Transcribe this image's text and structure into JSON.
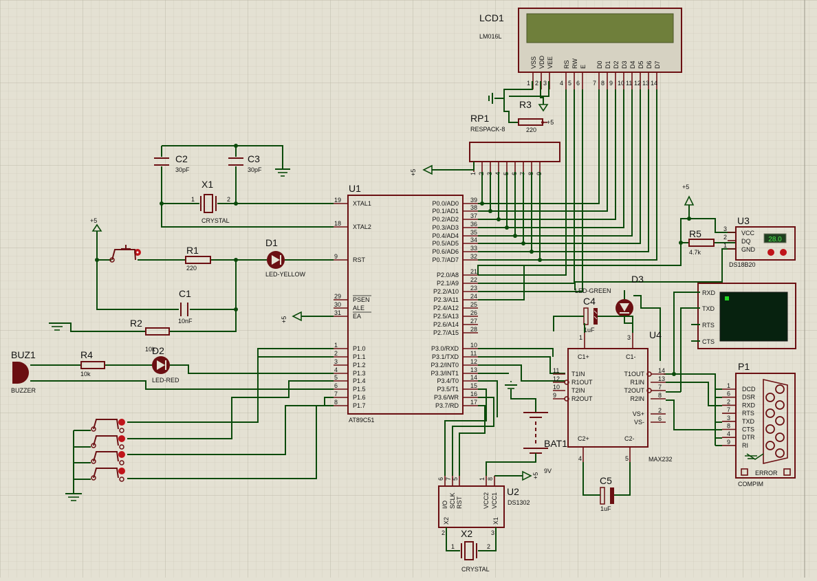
{
  "colors": {
    "background": "#e4e1d3",
    "wire": "#0a4a0a",
    "component": "#6b0f12",
    "lcd_screen": "#6f7f3b",
    "terminal_screen": "#07220f",
    "terminal_cursor": "#22d822",
    "sensor_display": "#2c9c2c"
  },
  "power_label": "+5",
  "bat_label": "9V",
  "components": {
    "lcd1": {
      "ref": "LCD1",
      "value": "LM016L",
      "pins": [
        "VSS",
        "VDD",
        "VEE",
        "RS",
        "RW",
        "E",
        "D0",
        "D1",
        "D2",
        "D3",
        "D4",
        "D5",
        "D6",
        "D7"
      ],
      "pin_numbers": [
        "1",
        "2",
        "3",
        "4",
        "5",
        "6",
        "7",
        "8",
        "9",
        "10",
        "11",
        "12",
        "13",
        "14"
      ]
    },
    "rp1": {
      "ref": "RP1",
      "value": "RESPACK-8",
      "pin_numbers": [
        "1",
        "2",
        "3",
        "4",
        "5",
        "6",
        "7",
        "8",
        "9"
      ]
    },
    "r3": {
      "ref": "R3",
      "value": "220"
    },
    "r1": {
      "ref": "R1",
      "value": "220"
    },
    "r2": {
      "ref": "R2",
      "value": "10k"
    },
    "r4": {
      "ref": "R4",
      "value": "10k"
    },
    "r5": {
      "ref": "R5",
      "value": "4.7k"
    },
    "c1": {
      "ref": "C1",
      "value": "10nF"
    },
    "c2": {
      "ref": "C2",
      "value": "30pF"
    },
    "c3": {
      "ref": "C3",
      "value": "30pF"
    },
    "c4": {
      "ref": "C4",
      "value": "1uF"
    },
    "c5": {
      "ref": "C5",
      "value": "1uF"
    },
    "x1": {
      "ref": "X1",
      "value": "CRYSTAL"
    },
    "x2": {
      "ref": "X2",
      "value": "CRYSTAL"
    },
    "d1": {
      "ref": "D1",
      "value": "LED-YELLOW"
    },
    "d2": {
      "ref": "D2",
      "value": "LED-RED"
    },
    "d3": {
      "ref": "D3",
      "value": "LED-GREEN"
    },
    "buz1": {
      "ref": "BUZ1",
      "value": "BUZZER"
    },
    "bat1": {
      "ref": "BAT1"
    },
    "u1": {
      "ref": "U1",
      "value": "AT89C51",
      "left_pins": [
        {
          "num": "19",
          "name": "XTAL1"
        },
        {
          "num": "18",
          "name": "XTAL2"
        },
        {
          "num": "9",
          "name": "RST"
        },
        {
          "num": "29",
          "name": "PSEN"
        },
        {
          "num": "30",
          "name": "ALE"
        },
        {
          "num": "31",
          "name": "EA"
        },
        {
          "num": "1",
          "name": "P1.0"
        },
        {
          "num": "2",
          "name": "P1.1"
        },
        {
          "num": "3",
          "name": "P1.2"
        },
        {
          "num": "4",
          "name": "P1.3"
        },
        {
          "num": "5",
          "name": "P1.4"
        },
        {
          "num": "6",
          "name": "P1.5"
        },
        {
          "num": "7",
          "name": "P1.6"
        },
        {
          "num": "8",
          "name": "P1.7"
        }
      ],
      "right_pins": [
        {
          "num": "39",
          "name": "P0.0/AD0"
        },
        {
          "num": "38",
          "name": "P0.1/AD1"
        },
        {
          "num": "37",
          "name": "P0.2/AD2"
        },
        {
          "num": "36",
          "name": "P0.3/AD3"
        },
        {
          "num": "35",
          "name": "P0.4/AD4"
        },
        {
          "num": "34",
          "name": "P0.5/AD5"
        },
        {
          "num": "33",
          "name": "P0.6/AD6"
        },
        {
          "num": "32",
          "name": "P0.7/AD7"
        },
        {
          "num": "21",
          "name": "P2.0/A8"
        },
        {
          "num": "22",
          "name": "P2.1/A9"
        },
        {
          "num": "23",
          "name": "P2.2/A10"
        },
        {
          "num": "24",
          "name": "P2.3/A11"
        },
        {
          "num": "25",
          "name": "P2.4/A12"
        },
        {
          "num": "26",
          "name": "P2.5/A13"
        },
        {
          "num": "27",
          "name": "P2.6/A14"
        },
        {
          "num": "28",
          "name": "P2.7/A15"
        },
        {
          "num": "10",
          "name": "P3.0/RXD"
        },
        {
          "num": "11",
          "name": "P3.1/TXD"
        },
        {
          "num": "12",
          "name": "P3.2/INT0"
        },
        {
          "num": "13",
          "name": "P3.3/INT1"
        },
        {
          "num": "14",
          "name": "P3.4/T0"
        },
        {
          "num": "15",
          "name": "P3.5/T1"
        },
        {
          "num": "16",
          "name": "P3.6/WR"
        },
        {
          "num": "17",
          "name": "P3.7/RD"
        }
      ]
    },
    "u2": {
      "ref": "U2",
      "value": "DS1302",
      "pins": [
        "I/O",
        "SCLK",
        "RST",
        "VCC2",
        "VCC1",
        "X2",
        "X1"
      ],
      "pin_numbers": [
        "6",
        "7",
        "5",
        "1",
        "8",
        "2",
        "3"
      ]
    },
    "u3": {
      "ref": "U3",
      "value": "DS18B20",
      "display": "28.0",
      "pins": [
        "VCC",
        "DQ",
        "GND"
      ],
      "pin_numbers": [
        "3",
        "2",
        "1"
      ]
    },
    "u4": {
      "ref": "U4",
      "value": "MAX232",
      "top_pins": [
        {
          "num": "1",
          "name": "C1+"
        },
        {
          "num": "3",
          "name": "C1-"
        }
      ],
      "left_pins": [
        {
          "num": "11",
          "name": "T1IN"
        },
        {
          "num": "12",
          "name": "R1OUT"
        },
        {
          "num": "10",
          "name": "T2IN"
        },
        {
          "num": "9",
          "name": "R2OUT"
        }
      ],
      "right_pins": [
        {
          "num": "14",
          "name": "T1OUT"
        },
        {
          "num": "13",
          "name": "R1IN"
        },
        {
          "num": "7",
          "name": "T2OUT"
        },
        {
          "num": "8",
          "name": "R2IN"
        },
        {
          "num": "2",
          "name": "VS+"
        },
        {
          "num": "6",
          "name": "VS-"
        }
      ],
      "bottom_pins": [
        {
          "num": "4",
          "name": "C2+"
        },
        {
          "num": "5",
          "name": "C2-"
        }
      ]
    },
    "p1": {
      "ref": "P1",
      "value": "COMPIM",
      "status": "ERROR",
      "pins": [
        {
          "num": "1",
          "name": "DCD"
        },
        {
          "num": "6",
          "name": "DSR"
        },
        {
          "num": "2",
          "name": "RXD"
        },
        {
          "num": "7",
          "name": "RTS"
        },
        {
          "num": "3",
          "name": "TXD"
        },
        {
          "num": "8",
          "name": "CTS"
        },
        {
          "num": "4",
          "name": "DTR"
        },
        {
          "num": "9",
          "name": "RI"
        }
      ]
    },
    "terminal": {
      "pins": [
        "RXD",
        "TXD",
        "RTS",
        "CTS"
      ]
    }
  }
}
